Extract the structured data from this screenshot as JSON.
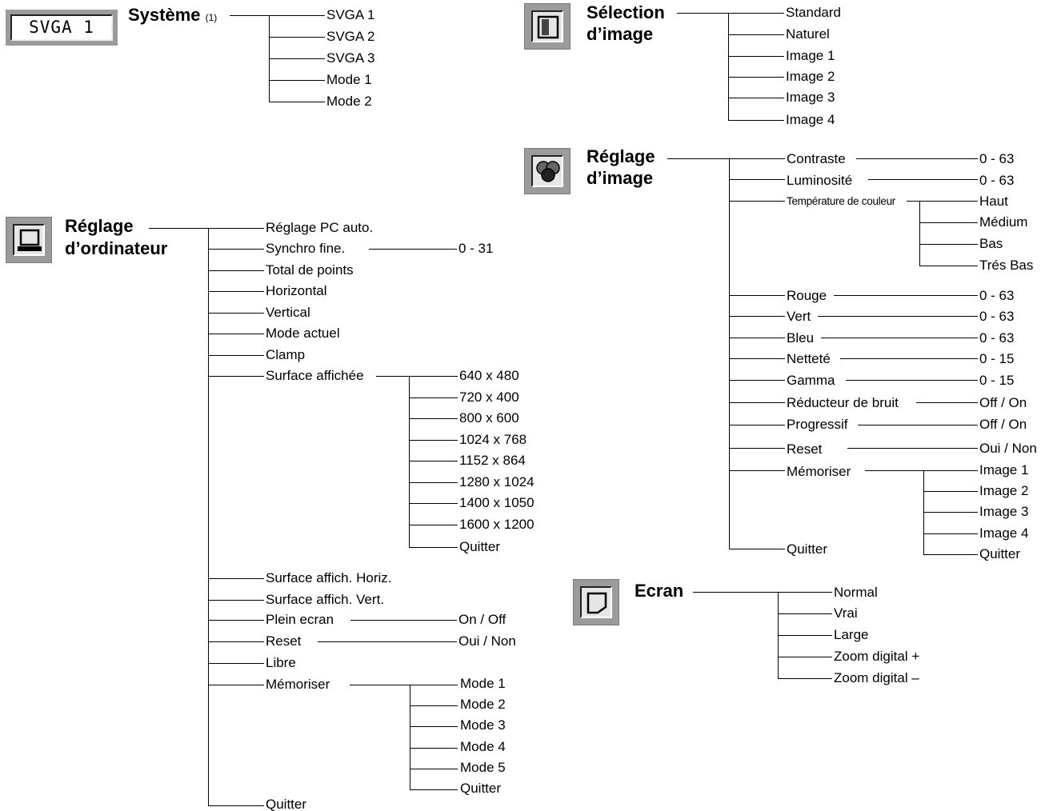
{
  "systeme": {
    "badge": "SVGA 1",
    "title": "Système",
    "note": "(1)",
    "items": [
      "SVGA 1",
      "SVGA 2",
      "SVGA 3",
      "Mode 1",
      "Mode 2"
    ]
  },
  "ordinateur": {
    "title_1": "Réglage",
    "title_2": "d’ordinateur",
    "items": [
      "Réglage PC auto.",
      "Synchro fine.",
      "Total de points",
      "Horizontal",
      "Vertical",
      "Mode actuel",
      "Clamp",
      "Surface affichée",
      "Surface affich. Horiz.",
      "Surface affich. Vert.",
      "Plein ecran",
      "Reset",
      "Libre",
      "Mémoriser",
      "Quitter"
    ],
    "synchro_value": "0 - 31",
    "plein_value": "On / Off",
    "reset_value": "Oui / Non",
    "surface_options": [
      "640 x 480",
      "720 x 400",
      "800 x 600",
      "1024 x 768",
      "1152 x 864",
      "1280 x 1024",
      "1400 x 1050",
      "1600 x 1200",
      "Quitter"
    ],
    "memoriser_options": [
      "Mode 1",
      "Mode 2",
      "Mode 3",
      "Mode 4",
      "Mode 5",
      "Quitter"
    ]
  },
  "selection": {
    "title_1": "Sélection",
    "title_2": "d’image",
    "items": [
      "Standard",
      "Naturel",
      "Image 1",
      "Image 2",
      "Image 3",
      "Image 4"
    ]
  },
  "image": {
    "title_1": "Réglage",
    "title_2": "d’image",
    "items": [
      "Contraste",
      "Luminosité",
      "Température de couleur",
      "Rouge",
      "Vert",
      "Bleu",
      "Netteté",
      "Gamma",
      "Réducteur de bruit",
      "Progressif",
      "Reset",
      "Mémoriser",
      "Quitter"
    ],
    "values": [
      "0 - 63",
      "0 - 63",
      "0 - 63",
      "0 - 63",
      "0 - 63",
      "0 - 15",
      "0 - 15",
      "Off / On",
      "Off / On",
      "Oui / Non"
    ],
    "temp_options": [
      "Haut",
      "Médium",
      "Bas",
      "Trés Bas"
    ],
    "memoriser_options": [
      "Image 1",
      "Image 2",
      "Image 3",
      "Image 4",
      "Quitter"
    ]
  },
  "ecran": {
    "title": "Ecran",
    "items": [
      "Normal",
      "Vrai",
      "Large",
      "Zoom digital +",
      "Zoom digital –"
    ]
  }
}
